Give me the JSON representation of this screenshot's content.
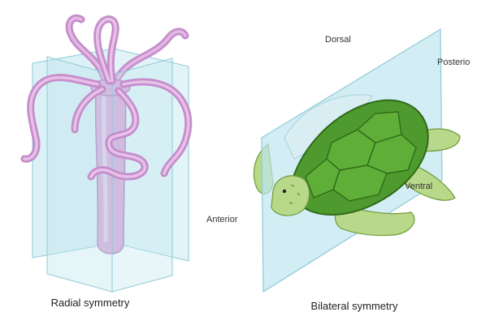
{
  "panels": {
    "radial": {
      "caption": "Radial symmetry"
    },
    "bilateral": {
      "caption": "Bilateral symmetry",
      "labels": {
        "dorsal": "Dorsal",
        "posterior": "Posterio",
        "ventral": "Ventral",
        "anterior": "Anterior"
      }
    }
  },
  "colors": {
    "plane_fill": "#bfe6ee",
    "plane_edge": "#8fcad8",
    "hydra_body": "#d9a6d9",
    "hydra_edge": "#b07ab8",
    "turtle_shell": "#4f9a2e",
    "turtle_shell_dark": "#2f6a1a",
    "turtle_skin": "#b9d98a",
    "turtle_skin_dark": "#6e9a3a"
  },
  "icons": {
    "radial": "hydra-illustration",
    "bilateral": "turtle-illustration"
  }
}
